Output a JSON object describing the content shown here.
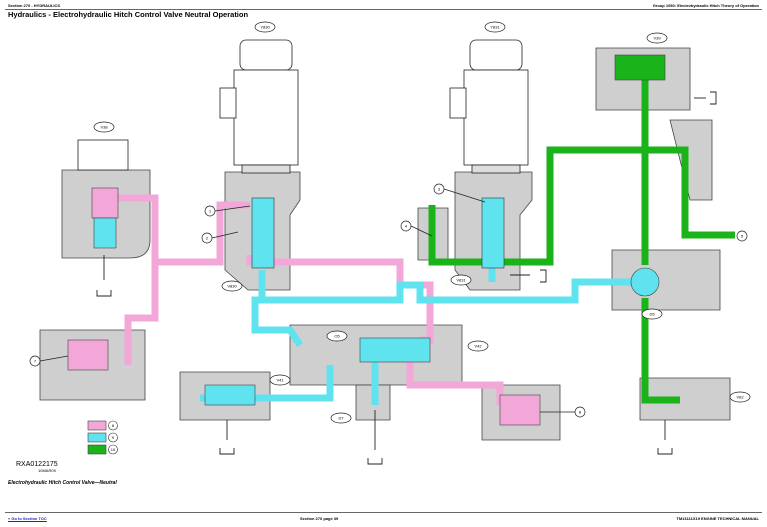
{
  "header": {
    "left": "Section 270 - HYDRAULICS",
    "right": "Group 1050: Electrohydraulic Hitch Theory of Operation"
  },
  "title": "Hydraulics - Electrohydraulic Hitch Control Valve Neutral Operation",
  "components": {
    "y830": "Y830",
    "y831": "Y831",
    "v38": "V38",
    "v39": "V39",
    "v830": "V830",
    "v831": "V831",
    "v41": "V41",
    "v42": "V42",
    "v62": "V62",
    "o5": "O5",
    "d5": "D5",
    "d7": "D7"
  },
  "callouts": {
    "c1": "1",
    "c2": "2",
    "c3": "3",
    "c4": "4",
    "c5": "5",
    "c6": "6",
    "c7": "7",
    "c8": "8"
  },
  "legend": [
    {
      "label": "8",
      "color": "#f3a6d8"
    },
    {
      "label": "9",
      "color": "#5fe3ee"
    },
    {
      "label": "10",
      "color": "#1ab31a"
    }
  ],
  "figure_id": "RXA0122175",
  "figure_date": "10MAR09",
  "caption": "Electrohydraulic Hitch Control Valve—Neutral",
  "footer": {
    "left": "« Go to Section TOC",
    "center": "Section 270 page 39",
    "right": "TM13111X19 ENGINE TECHNICAL MANUAL"
  },
  "colors": {
    "pink": "#f3a6d8",
    "cyan": "#5fe3ee",
    "green": "#1ab31a",
    "housing": "#cfcfcf"
  }
}
